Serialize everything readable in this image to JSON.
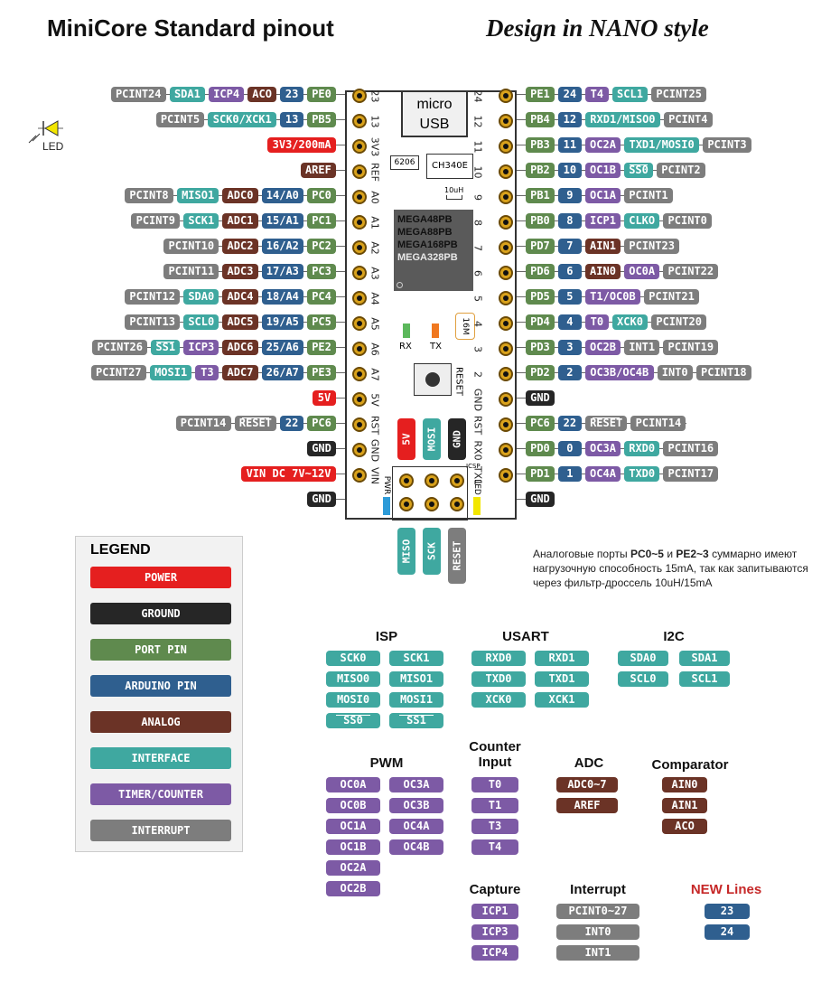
{
  "header": {
    "title": "MiniCore Standard pinout",
    "subtitle": "Design in NANO style"
  },
  "colors": {
    "power": "#e51f1f",
    "ground": "#262626",
    "port": "#5f8a4e",
    "arduino": "#2f5f8f",
    "analog": "#6b3326",
    "interface": "#3fa8a0",
    "timer": "#7d5aa5",
    "interrupt": "#7d7d7d"
  },
  "board": {
    "usb_label": "micro USB",
    "chip_small": "6206",
    "chip_ch": "CH340E",
    "inductor": "10uH",
    "mcu_lines": [
      "MEGA48PB",
      "MEGA88PB",
      "MEGA168PB",
      "MEGA328PB"
    ],
    "rx_label": "RX",
    "tx_label": "TX",
    "crystal": "16M",
    "reset_label": "RESET",
    "icsp_label": "ICSP",
    "pwr_label": "PWR",
    "led_label": "LED",
    "tabs": {
      "v5": "5V",
      "mosi": "MOSI",
      "gnd": "GND",
      "miso": "MISO",
      "sck": "SCK",
      "reset": "RESET"
    },
    "left_pins": [
      "23",
      "13",
      "3V3",
      "REF",
      "A0",
      "A1",
      "A2",
      "A3",
      "A4",
      "A5",
      "A6",
      "A7",
      "5V",
      "RST",
      "GND",
      "VIN"
    ],
    "right_pins": [
      "24",
      "12",
      "11",
      "10",
      "9",
      "8",
      "7",
      "6",
      "5",
      "4",
      "3",
      "2",
      "GND",
      "RST",
      "RX0",
      "TX1"
    ]
  },
  "left_rows": [
    [
      [
        "PCINT24",
        "interrupt"
      ],
      [
        "SDA1",
        "interface"
      ],
      [
        "ICP4",
        "timer"
      ],
      [
        "ACO",
        "analog"
      ],
      [
        "23",
        "arduino"
      ],
      [
        "PE0",
        "port"
      ]
    ],
    [
      [
        "PCINT5",
        "interrupt"
      ],
      [
        "SCK0/XCK1",
        "interface"
      ],
      [
        "13",
        "arduino"
      ],
      [
        "PB5",
        "port"
      ]
    ],
    [
      [
        "3V3/200mA",
        "power"
      ]
    ],
    [
      [
        "AREF",
        "analog"
      ]
    ],
    [
      [
        "PCINT8",
        "interrupt"
      ],
      [
        "MISO1",
        "interface"
      ],
      [
        "ADC0",
        "analog"
      ],
      [
        "14/A0",
        "arduino"
      ],
      [
        "PC0",
        "port"
      ]
    ],
    [
      [
        "PCINT9",
        "interrupt"
      ],
      [
        "SCK1",
        "interface"
      ],
      [
        "ADC1",
        "analog"
      ],
      [
        "15/A1",
        "arduino"
      ],
      [
        "PC1",
        "port"
      ]
    ],
    [
      [
        "PCINT10",
        "interrupt"
      ],
      [
        "ADC2",
        "analog"
      ],
      [
        "16/A2",
        "arduino"
      ],
      [
        "PC2",
        "port"
      ]
    ],
    [
      [
        "PCINT11",
        "interrupt"
      ],
      [
        "ADC3",
        "analog"
      ],
      [
        "17/A3",
        "arduino"
      ],
      [
        "PC3",
        "port"
      ]
    ],
    [
      [
        "PCINT12",
        "interrupt"
      ],
      [
        "SDA0",
        "interface"
      ],
      [
        "ADC4",
        "analog"
      ],
      [
        "18/A4",
        "arduino"
      ],
      [
        "PC4",
        "port"
      ]
    ],
    [
      [
        "PCINT13",
        "interrupt"
      ],
      [
        "SCL0",
        "interface"
      ],
      [
        "ADC5",
        "analog"
      ],
      [
        "19/A5",
        "arduino"
      ],
      [
        "PC5",
        "port"
      ]
    ],
    [
      [
        "PCINT26",
        "interrupt"
      ],
      [
        "SS1",
        "interface"
      ],
      [
        "ICP3",
        "timer"
      ],
      [
        "ADC6",
        "analog"
      ],
      [
        "25/A6",
        "arduino"
      ],
      [
        "PE2",
        "port"
      ]
    ],
    [
      [
        "PCINT27",
        "interrupt"
      ],
      [
        "MOSI1",
        "interface"
      ],
      [
        "T3",
        "timer"
      ],
      [
        "ADC7",
        "analog"
      ],
      [
        "26/A7",
        "arduino"
      ],
      [
        "PE3",
        "port"
      ]
    ],
    [
      [
        "5V",
        "power"
      ]
    ],
    [
      [
        "PCINT14",
        "interrupt"
      ],
      [
        "RESET",
        "interrupt"
      ],
      [
        "22",
        "arduino"
      ],
      [
        "PC6",
        "port"
      ]
    ],
    [
      [
        "GND",
        "ground"
      ]
    ],
    [
      [
        "VIN DC 7V~12V",
        "power"
      ]
    ],
    [
      [
        "GND",
        "ground"
      ]
    ]
  ],
  "right_rows": [
    [
      [
        "PE1",
        "port"
      ],
      [
        "24",
        "arduino"
      ],
      [
        "T4",
        "timer"
      ],
      [
        "SCL1",
        "interface"
      ],
      [
        "PCINT25",
        "interrupt"
      ]
    ],
    [
      [
        "PB4",
        "port"
      ],
      [
        "12",
        "arduino"
      ],
      [
        "RXD1/MISO0",
        "interface"
      ],
      [
        "PCINT4",
        "interrupt"
      ]
    ],
    [
      [
        "PB3",
        "port"
      ],
      [
        "11",
        "arduino"
      ],
      [
        "OC2A",
        "timer"
      ],
      [
        "TXD1/MOSI0",
        "interface"
      ],
      [
        "PCINT3",
        "interrupt"
      ]
    ],
    [
      [
        "PB2",
        "port"
      ],
      [
        "10",
        "arduino"
      ],
      [
        "OC1B",
        "timer"
      ],
      [
        "SS0",
        "interface"
      ],
      [
        "PCINT2",
        "interrupt"
      ]
    ],
    [
      [
        "PB1",
        "port"
      ],
      [
        "9",
        "arduino"
      ],
      [
        "OC1A",
        "timer"
      ],
      [
        "PCINT1",
        "interrupt"
      ]
    ],
    [
      [
        "PB0",
        "port"
      ],
      [
        "8",
        "arduino"
      ],
      [
        "ICP1",
        "timer"
      ],
      [
        "CLKO",
        "interface"
      ],
      [
        "PCINT0",
        "interrupt"
      ]
    ],
    [
      [
        "PD7",
        "port"
      ],
      [
        "7",
        "arduino"
      ],
      [
        "AIN1",
        "analog"
      ],
      [
        "PCINT23",
        "interrupt"
      ]
    ],
    [
      [
        "PD6",
        "port"
      ],
      [
        "6",
        "arduino"
      ],
      [
        "AIN0",
        "analog"
      ],
      [
        "OC0A",
        "timer"
      ],
      [
        "PCINT22",
        "interrupt"
      ]
    ],
    [
      [
        "PD5",
        "port"
      ],
      [
        "5",
        "arduino"
      ],
      [
        "T1/OC0B",
        "timer"
      ],
      [
        "PCINT21",
        "interrupt"
      ]
    ],
    [
      [
        "PD4",
        "port"
      ],
      [
        "4",
        "arduino"
      ],
      [
        "T0",
        "timer"
      ],
      [
        "XCK0",
        "interface"
      ],
      [
        "PCINT20",
        "interrupt"
      ]
    ],
    [
      [
        "PD3",
        "port"
      ],
      [
        "3",
        "arduino"
      ],
      [
        "OC2B",
        "timer"
      ],
      [
        "INT1",
        "interrupt"
      ],
      [
        "PCINT19",
        "interrupt"
      ]
    ],
    [
      [
        "PD2",
        "port"
      ],
      [
        "2",
        "arduino"
      ],
      [
        "OC3B/OC4B",
        "timer"
      ],
      [
        "INT0",
        "interrupt"
      ],
      [
        "PCINT18",
        "interrupt"
      ]
    ],
    [
      [
        "GND",
        "ground"
      ]
    ],
    [
      [
        "PC6",
        "port"
      ],
      [
        "22",
        "arduino"
      ],
      [
        "RESET",
        "interrupt"
      ],
      [
        "PCINT14",
        "interrupt"
      ]
    ],
    [
      [
        "PD0",
        "port"
      ],
      [
        "0",
        "arduino"
      ],
      [
        "OC3A",
        "timer"
      ],
      [
        "RXD0",
        "interface"
      ],
      [
        "PCINT16",
        "interrupt"
      ]
    ],
    [
      [
        "PD1",
        "port"
      ],
      [
        "1",
        "arduino"
      ],
      [
        "OC4A",
        "timer"
      ],
      [
        "TXD0",
        "interface"
      ],
      [
        "PCINT17",
        "interrupt"
      ]
    ],
    [
      [
        "GND",
        "ground"
      ]
    ]
  ],
  "led_label": "LED",
  "legend": {
    "title": "LEGEND",
    "items": [
      [
        "POWER",
        "power"
      ],
      [
        "GROUND",
        "ground"
      ],
      [
        "PORT PIN",
        "port"
      ],
      [
        "ARDUINO PIN",
        "arduino"
      ],
      [
        "ANALOG",
        "analog"
      ],
      [
        "INTERFACE",
        "interface"
      ],
      [
        "TIMER/COUNTER",
        "timer"
      ],
      [
        "INTERRUPT",
        "interrupt"
      ]
    ]
  },
  "note": {
    "p1": "Аналоговые порты ",
    "b1": "PC0~5",
    "p2": " и ",
    "b2": "PE2~3",
    "p3": " суммарно имеют нагрузочную способность 15mA, так как запитываются через фильтр-дроссель 10uH/15mA"
  },
  "groups": [
    {
      "title": "ISP",
      "color": "interface",
      "cols": [
        [
          "SCK0",
          "MISO0",
          "MOSI0",
          "SS0"
        ],
        [
          "SCK1",
          "MISO1",
          "MOSI1",
          "SS1"
        ]
      ]
    },
    {
      "title": "USART",
      "color": "interface",
      "cols": [
        [
          "RXD0",
          "TXD0",
          "XCK0"
        ],
        [
          "RXD1",
          "TXD1",
          "XCK1"
        ]
      ]
    },
    {
      "title": "I2C",
      "color": "interface",
      "cols": [
        [
          "SDA0",
          "SCL0"
        ],
        [
          "SDA1",
          "SCL1"
        ]
      ]
    },
    {
      "title": "PWM",
      "color": "timer",
      "cols": [
        [
          "OC0A",
          "OC0B",
          "OC1A",
          "OC1B",
          "OC2A",
          "OC2B"
        ],
        [
          "OC3A",
          "OC3B",
          "OC4A",
          "OC4B"
        ]
      ]
    },
    {
      "title": "Counter Input",
      "color": "timer",
      "cols": [
        [
          "T0",
          "T1",
          "T3",
          "T4"
        ]
      ]
    },
    {
      "title": "ADC",
      "color": "analog",
      "cols": [
        [
          "ADC0~7",
          "AREF"
        ]
      ]
    },
    {
      "title": "Comparator",
      "color": "analog",
      "cols": [
        [
          "AIN0",
          "AIN1",
          "ACO"
        ]
      ]
    },
    {
      "title": "Capture",
      "color": "timer",
      "cols": [
        [
          "ICP1",
          "ICP3",
          "ICP4"
        ]
      ]
    },
    {
      "title": "Interrupt",
      "color": "interrupt",
      "cols": [
        [
          "PCINT0~27",
          "INT0",
          "INT1"
        ]
      ]
    },
    {
      "title": "NEW Lines",
      "color": "arduino",
      "cols": [
        [
          "23",
          "24"
        ]
      ]
    }
  ]
}
